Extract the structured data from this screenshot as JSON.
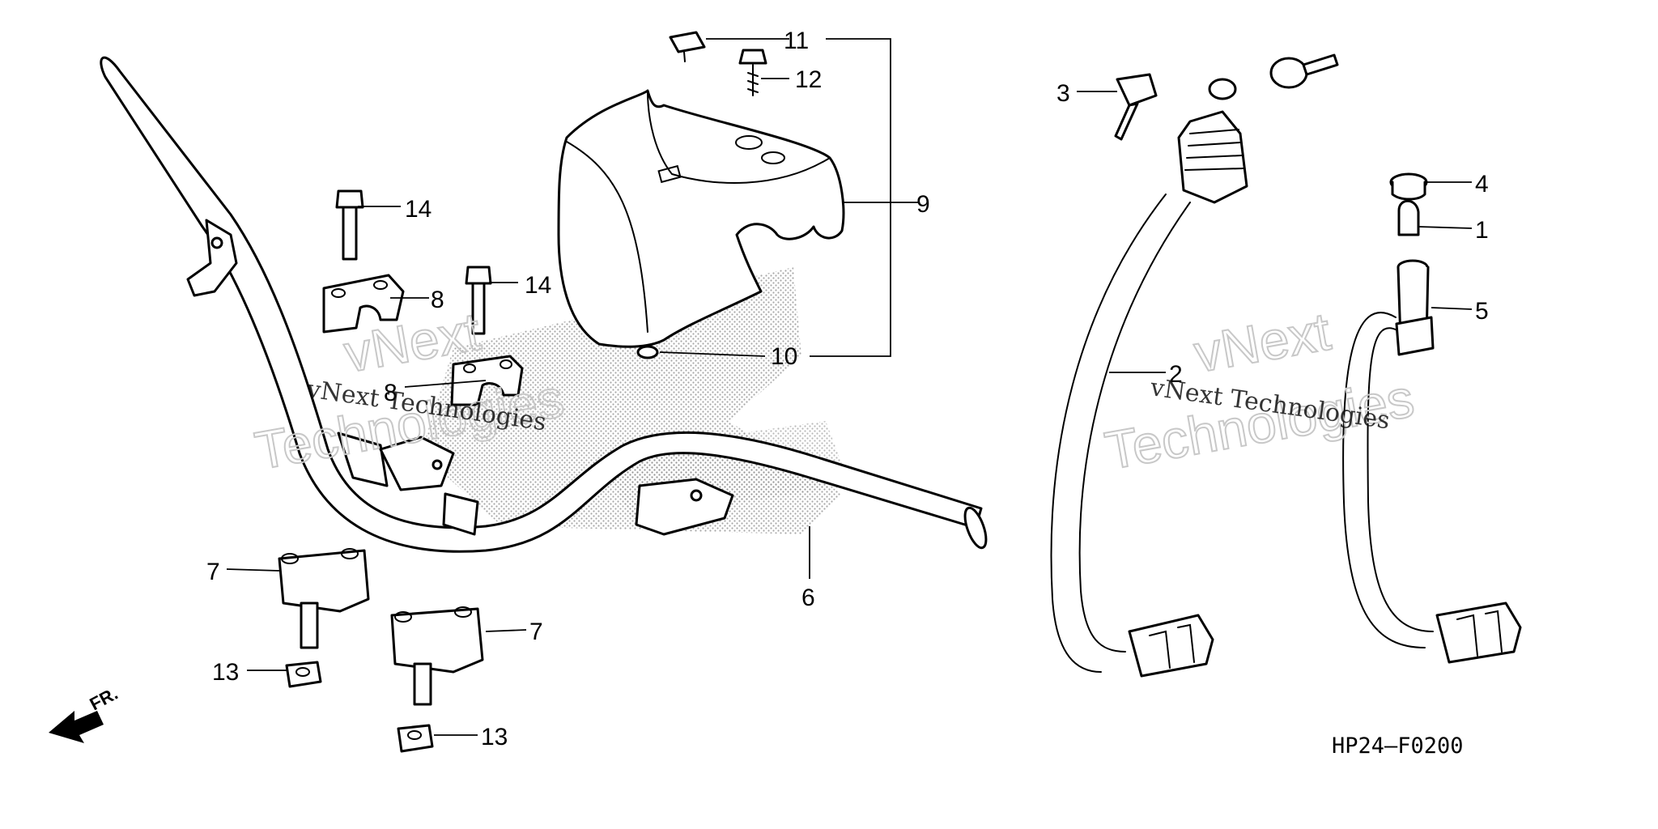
{
  "diagram": {
    "figure_code": "HP24—F0200",
    "front_label": "FR.",
    "watermark": {
      "company": "vNext Technologies",
      "line1": "vNext",
      "line2": "Technologies"
    },
    "callouts": [
      {
        "id": "c11",
        "label": "11"
      },
      {
        "id": "c12",
        "label": "12"
      },
      {
        "id": "c9",
        "label": "9"
      },
      {
        "id": "c10",
        "label": "10"
      },
      {
        "id": "c14a",
        "label": "14"
      },
      {
        "id": "c14b",
        "label": "14"
      },
      {
        "id": "c8a",
        "label": "8"
      },
      {
        "id": "c8b",
        "label": "8"
      },
      {
        "id": "c6",
        "label": "6"
      },
      {
        "id": "c7a",
        "label": "7"
      },
      {
        "id": "c7b",
        "label": "7"
      },
      {
        "id": "c13a",
        "label": "13"
      },
      {
        "id": "c13b",
        "label": "13"
      },
      {
        "id": "c3",
        "label": "3"
      },
      {
        "id": "c2",
        "label": "2"
      },
      {
        "id": "c4",
        "label": "4"
      },
      {
        "id": "c1",
        "label": "1"
      },
      {
        "id": "c5",
        "label": "5"
      }
    ]
  }
}
